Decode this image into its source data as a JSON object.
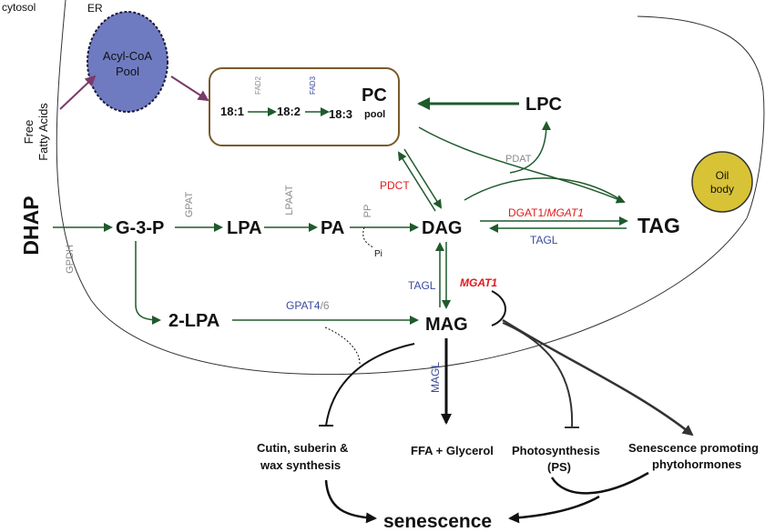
{
  "compartments": {
    "cytosol": "cytosol",
    "er": "ER",
    "free_fatty_acids_line1": "Free",
    "free_fatty_acids_line2": "Fatty Acids",
    "acyl_coa_line1": "Acyl-CoA",
    "acyl_coa_line2": "Pool",
    "oil_body_line1": "Oil",
    "oil_body_line2": "body"
  },
  "pc_pool": {
    "fa_181": "18:1",
    "fa_182": "18:2",
    "fa_183": "18:3",
    "fad2": "FAD2",
    "fad3": "FAD3",
    "pc": "PC",
    "pool": "pool"
  },
  "metabolites": {
    "dhap": "DHAP",
    "g3p": "G-3-P",
    "lpa": "LPA",
    "pa": "PA",
    "dag": "DAG",
    "tag": "TAG",
    "lpc": "LPC",
    "two_lpa": "2-LPA",
    "mag": "MAG",
    "pi": "Pi",
    "ffa_glycerol": "FFA + Glycerol",
    "senescence": "senescence"
  },
  "enzymes": {
    "gpdh": "GPDH",
    "gpat": "GPAT",
    "lpaat": "LPAAT",
    "pp": "PP",
    "pdct": "PDCT",
    "pdat": "PDAT",
    "dgat1": "DGAT1/",
    "mgat1_inline": "MGAT1",
    "tagl_right": "TAGL",
    "tagl_down": "TAGL",
    "mgat1": "MGAT1",
    "gpat4": "GPAT4",
    "gpat6": "/6",
    "magl": "MAGL"
  },
  "outcomes": {
    "cutin_line1": "Cutin, suberin &",
    "cutin_line2": "wax synthesis",
    "photo_line1": "Photosynthesis",
    "photo_line2": "(PS)",
    "hormone_line1": "Senescence promoting",
    "hormone_line2": "phytohormones"
  },
  "colors": {
    "pathway_green": "#1f5a2c",
    "transport_purple": "#7a3a6a",
    "acyl_coa_fill": "#6f7bc0",
    "oil_body_fill": "#d8c337",
    "pc_box_stroke": "#7a5a2a",
    "enzyme_red": "#e11b1b",
    "enzyme_blue": "#3a4a9c",
    "enzyme_grey": "#8a8a8a"
  }
}
